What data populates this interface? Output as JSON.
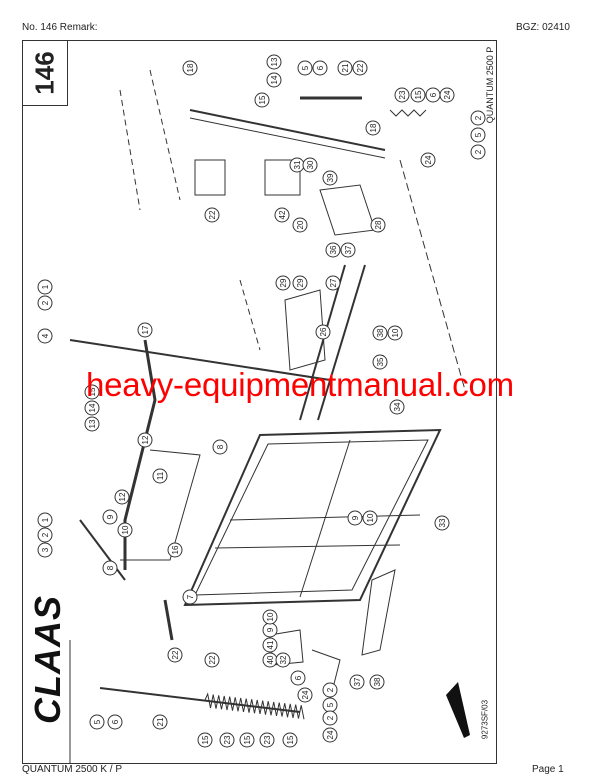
{
  "header": {
    "number_remark": "No. 146   Remark:",
    "bgz": "BGZ: 02410"
  },
  "footer": {
    "model": "QUANTUM 2500 K / P",
    "page": "Page 1"
  },
  "sheet": {
    "number": "146",
    "model_side": "QUANTUM 2500 P",
    "drawing_code": "9273SF/03",
    "logo": "CLAAS"
  },
  "watermark": "heavy-equipmentmanual.com",
  "colors": {
    "watermark": "#ff0000",
    "line": "#333333"
  },
  "callouts": [
    "18",
    "13",
    "14",
    "15",
    "5",
    "6",
    "21",
    "22",
    "23",
    "15",
    "6",
    "24",
    "2",
    "5",
    "2",
    "18",
    "24",
    "22",
    "31",
    "30",
    "39",
    "42",
    "20",
    "28",
    "36",
    "37",
    "29",
    "29",
    "27",
    "26",
    "38",
    "10",
    "35",
    "34",
    "33",
    "9",
    "10",
    "1",
    "2",
    "4",
    "17",
    "13",
    "14",
    "15",
    "12",
    "8",
    "11",
    "12",
    "16",
    "1",
    "2",
    "3",
    "9",
    "10",
    "8",
    "7",
    "5",
    "6",
    "21",
    "22",
    "22",
    "15",
    "23",
    "15",
    "23",
    "15",
    "6",
    "24",
    "5",
    "2",
    "2",
    "24",
    "40",
    "41",
    "9",
    "10",
    "32",
    "37",
    "38"
  ]
}
